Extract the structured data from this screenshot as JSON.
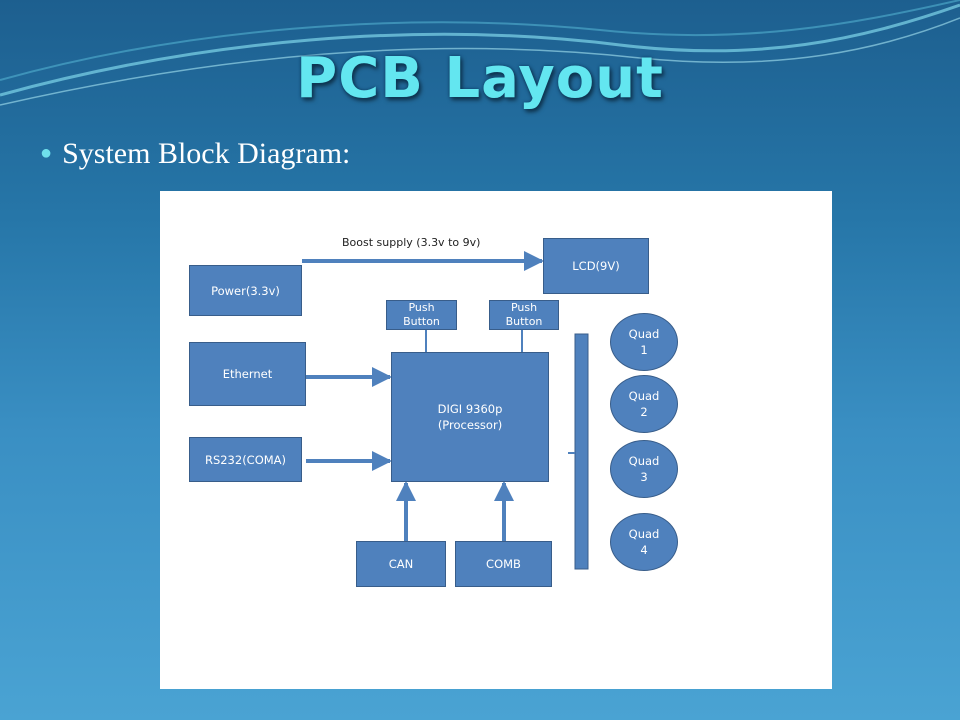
{
  "title": "PCB Layout",
  "bullet": "System Block Diagram:",
  "colors": {
    "title_text": "#63e6f0",
    "block_fill": "#4f81bd",
    "block_border": "#385d8a",
    "arrow": "#4f81bd"
  },
  "diagram": {
    "boost_label": "Boost supply (3.3v to 9v)",
    "blocks": {
      "power": "Power(3.3v)",
      "ethernet": "Ethernet",
      "rs232": "RS232(COMA)",
      "lcd": "LCD(9V)",
      "push_button_1": {
        "line1": "Push",
        "line2": "Button"
      },
      "push_button_2": {
        "line1": "Push",
        "line2": "Button"
      },
      "processor": {
        "line1": "DIGI 9360p",
        "line2": "(Processor)"
      },
      "can": "CAN",
      "comb": "COMB"
    },
    "quads": [
      {
        "line1": "Quad",
        "line2": "1"
      },
      {
        "line1": "Quad",
        "line2": "2"
      },
      {
        "line1": "Quad",
        "line2": "3"
      },
      {
        "line1": "Quad",
        "line2": "4"
      }
    ]
  }
}
